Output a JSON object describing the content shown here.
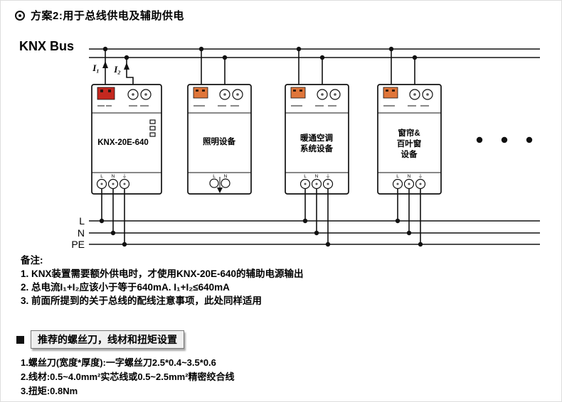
{
  "page": {
    "title": "方案2:用于总线供电及辅助供电"
  },
  "diagram": {
    "bus_label": "KNX Bus",
    "current_labels": {
      "i1": "I₁",
      "i2": "I₂"
    },
    "devices": [
      {
        "lines": [
          "KNX-20E-640"
        ]
      },
      {
        "lines": [
          "照明设备"
        ]
      },
      {
        "lines": [
          "暖通空调",
          "系统设备"
        ]
      },
      {
        "lines": [
          "窗帘&",
          "百叶窗",
          "设备"
        ]
      }
    ],
    "rails": [
      "L",
      "N",
      "PE"
    ],
    "terminal_labels": [
      "L",
      "N",
      "⏚"
    ],
    "colors": {
      "knx_connector": "#c4281f",
      "aux_connector": "#e0763a"
    }
  },
  "notes": {
    "header": "备注:",
    "items": [
      "1. KNX装置需要额外供电时，才使用KNX-20E-640的辅助电源输出",
      "2. 总电流I₁+I₂应该小于等于640mA. I₁+I₂≤640mA",
      "3. 前面所提到的关于总线的配线注意事项，此处同样适用"
    ]
  },
  "recommend": {
    "header": "推荐的螺丝刀，线材和扭矩设置",
    "items": [
      "1.螺丝刀(宽度*厚度):一字螺丝刀2.5*0.4~3.5*0.6",
      "2.线材:0.5~4.0mm²实芯线或0.5~2.5mm²精密绞合线",
      "3.扭矩:0.8Nm"
    ]
  }
}
